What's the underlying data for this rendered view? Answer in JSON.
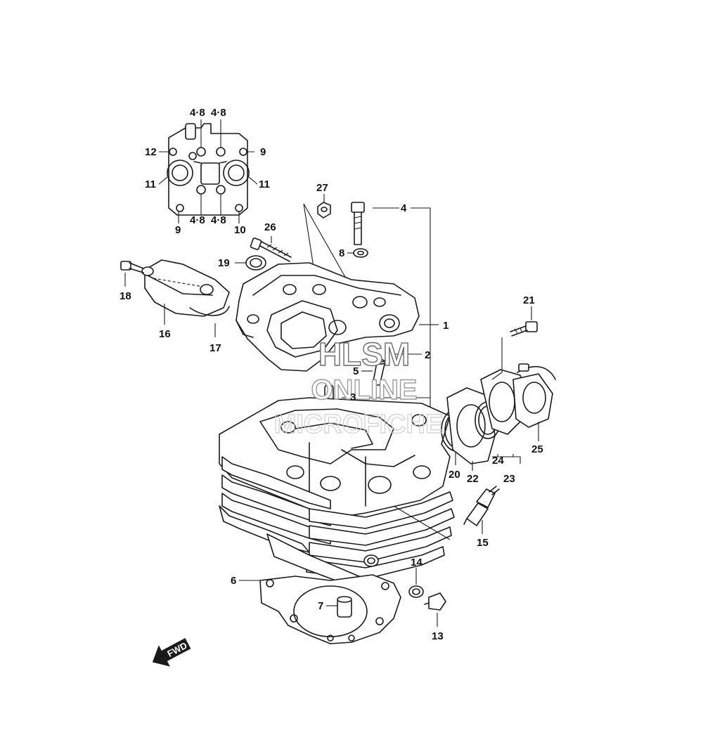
{
  "watermark": {
    "line1": "HLSM",
    "line2": "ONLINE",
    "line3": "MICROFICHE"
  },
  "direction_badge": "FWD",
  "callouts": [
    {
      "id": "c1",
      "text": "1"
    },
    {
      "id": "c2",
      "text": "2"
    },
    {
      "id": "c3",
      "text": "3"
    },
    {
      "id": "c4",
      "text": "4"
    },
    {
      "id": "c5",
      "text": "5"
    },
    {
      "id": "c6",
      "text": "6"
    },
    {
      "id": "c7",
      "text": "7"
    },
    {
      "id": "c8",
      "text": "8"
    },
    {
      "id": "c9a",
      "text": "9"
    },
    {
      "id": "c9b",
      "text": "9"
    },
    {
      "id": "c10",
      "text": "10"
    },
    {
      "id": "c11a",
      "text": "11"
    },
    {
      "id": "c11b",
      "text": "11"
    },
    {
      "id": "c12",
      "text": "12"
    },
    {
      "id": "c13",
      "text": "13"
    },
    {
      "id": "c14",
      "text": "14"
    },
    {
      "id": "c15",
      "text": "15"
    },
    {
      "id": "c16",
      "text": "16"
    },
    {
      "id": "c17",
      "text": "17"
    },
    {
      "id": "c18",
      "text": "18"
    },
    {
      "id": "c19",
      "text": "19"
    },
    {
      "id": "c20",
      "text": "20"
    },
    {
      "id": "c21",
      "text": "21"
    },
    {
      "id": "c22",
      "text": "22"
    },
    {
      "id": "c23",
      "text": "23"
    },
    {
      "id": "c24",
      "text": "24"
    },
    {
      "id": "c25",
      "text": "25"
    },
    {
      "id": "c26",
      "text": "26"
    },
    {
      "id": "c27",
      "text": "27"
    },
    {
      "id": "c48a",
      "text": "4·8"
    },
    {
      "id": "c48b",
      "text": "4·8"
    },
    {
      "id": "c48c",
      "text": "4·8"
    },
    {
      "id": "c48d",
      "text": "4·8"
    }
  ]
}
